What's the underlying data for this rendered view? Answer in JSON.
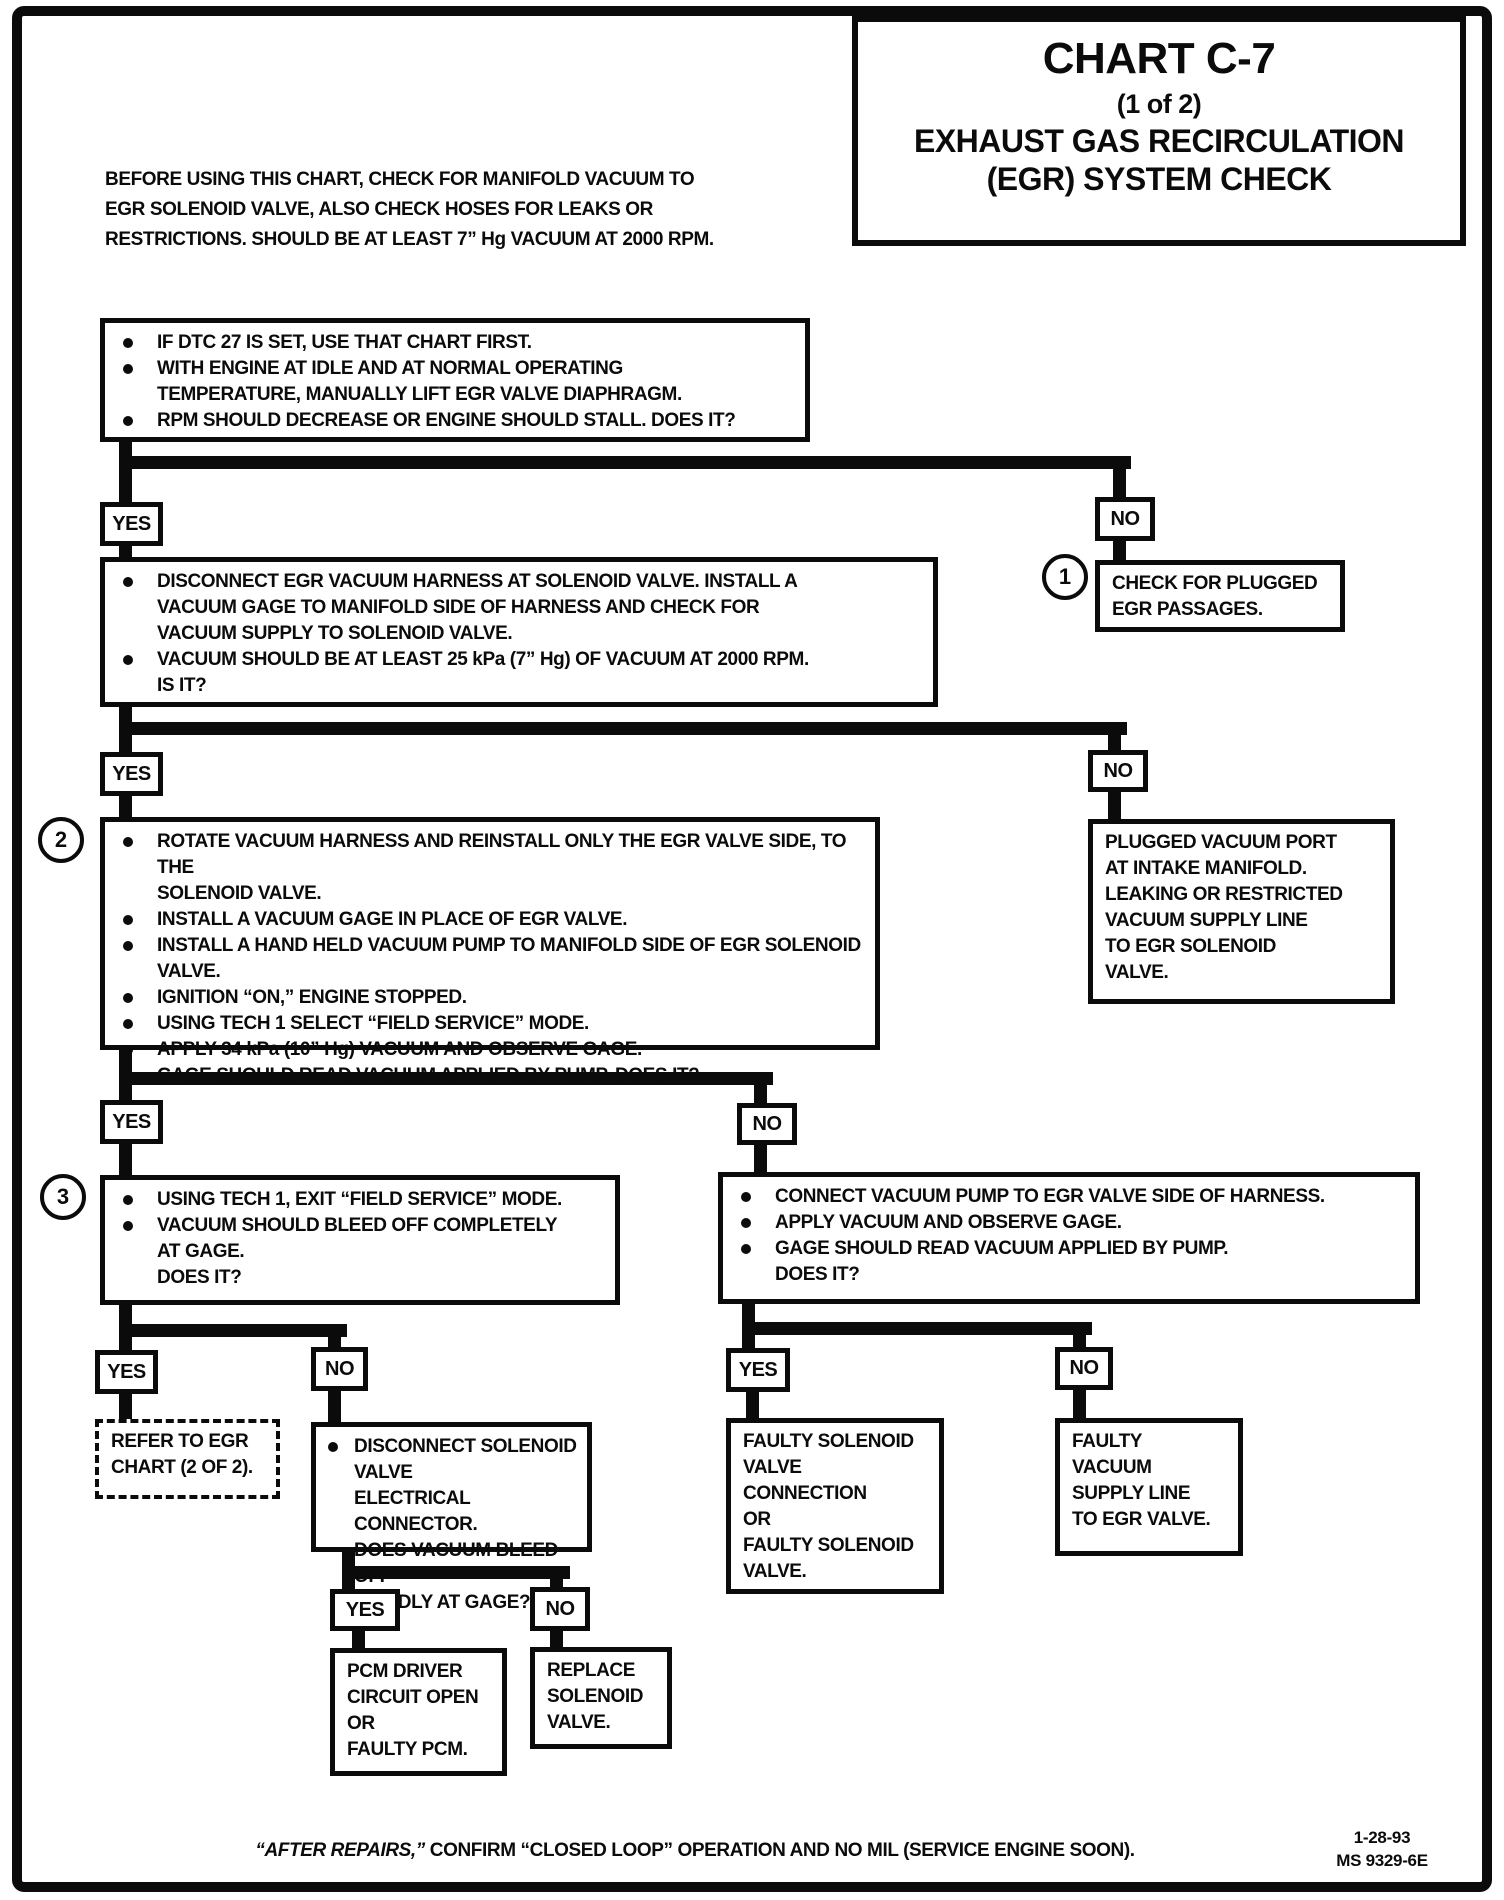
{
  "labels": {
    "yes": "YES",
    "no": "NO"
  },
  "title": {
    "line1": "CHART C-7",
    "line2": "(1 of 2)",
    "line3": "EXHAUST GAS RECIRCULATION",
    "line4": "(EGR) SYSTEM CHECK"
  },
  "intro": "BEFORE USING THIS CHART, CHECK FOR MANIFOLD VACUUM TO\nEGR SOLENOID VALVE, ALSO CHECK HOSES FOR LEAKS OR\nRESTRICTIONS.  SHOULD BE AT LEAST 7” Hg VACUUM AT 2000 RPM.",
  "steps": {
    "s1": {
      "items": [
        "IF DTC 27 IS SET, USE THAT CHART FIRST.",
        "WITH ENGINE AT IDLE AND AT NORMAL OPERATING\nTEMPERATURE, MANUALLY LIFT EGR VALVE DIAPHRAGM.",
        "RPM SHOULD DECREASE OR ENGINE SHOULD STALL.  DOES IT?"
      ]
    },
    "s2": {
      "items": [
        "DISCONNECT EGR VACUUM HARNESS AT SOLENOID VALVE.  INSTALL A\nVACUUM GAGE TO MANIFOLD SIDE OF HARNESS AND CHECK FOR\nVACUUM SUPPLY TO SOLENOID VALVE.",
        "VACUUM SHOULD BE AT LEAST 25 kPa (7” Hg) OF VACUUM AT 2000 RPM.\nIS IT?"
      ]
    },
    "s3": {
      "number": "2",
      "items": [
        "ROTATE VACUUM HARNESS AND REINSTALL ONLY THE EGR VALVE SIDE, TO THE\nSOLENOID VALVE.",
        "INSTALL A VACUUM GAGE IN PLACE OF EGR VALVE.",
        "INSTALL A HAND HELD VACUUM PUMP TO MANIFOLD SIDE OF EGR SOLENOID VALVE.",
        "IGNITION “ON,” ENGINE STOPPED.",
        "USING TECH 1 SELECT “FIELD SERVICE” MODE.",
        "APPLY 34 kPa (10” Hg) VACUUM AND OBSERVE GAGE.",
        "GAGE SHOULD READ VACUUM APPLIED BY PUMP.  DOES IT?"
      ]
    },
    "s4": {
      "number": "3",
      "items": [
        "USING TECH 1, EXIT “FIELD SERVICE” MODE.",
        "VACUUM SHOULD BLEED OFF COMPLETELY\nAT GAGE.\nDOES IT?"
      ]
    },
    "s5": {
      "items": [
        "CONNECT VACUUM PUMP TO EGR VALVE SIDE OF HARNESS.",
        "APPLY VACUUM AND OBSERVE GAGE.",
        "GAGE SHOULD READ VACUUM APPLIED BY PUMP.\nDOES IT?"
      ]
    },
    "s6": {
      "items": [
        "DISCONNECT SOLENOID VALVE\nELECTRICAL CONNECTOR.\nDOES VACUUM BLEED OFF\nRAPIDLY AT GAGE?"
      ]
    }
  },
  "results": {
    "check_passages": {
      "number": "1",
      "text": "CHECK FOR PLUGGED\nEGR PASSAGES."
    },
    "plugged_port": {
      "text": "PLUGGED VACUUM PORT\nAT INTAKE MANIFOLD.\nLEAKING OR RESTRICTED\nVACUUM SUPPLY LINE\nTO EGR SOLENOID\nVALVE."
    },
    "refer_chart": {
      "text": "REFER TO EGR\nCHART (2 OF 2)."
    },
    "faulty_solenoid": {
      "text": "FAULTY SOLENOID\nVALVE\nCONNECTION\nOR\nFAULTY  SOLENOID\nVALVE."
    },
    "faulty_vacuum": {
      "text": "FAULTY\nVACUUM\nSUPPLY LINE\nTO EGR VALVE."
    },
    "pcm_driver": {
      "text": "PCM DRIVER\nCIRCUIT OPEN\nOR\nFAULTY PCM."
    },
    "replace_solenoid": {
      "text": "REPLACE\nSOLENOID\nVALVE."
    }
  },
  "footer": {
    "italic": "“AFTER REPAIRS,”",
    "rest": " CONFIRM “CLOSED LOOP” OPERATION AND NO MIL (SERVICE ENGINE SOON)."
  },
  "footnote": {
    "date": "1-28-93",
    "code": "MS 9329-6E"
  }
}
